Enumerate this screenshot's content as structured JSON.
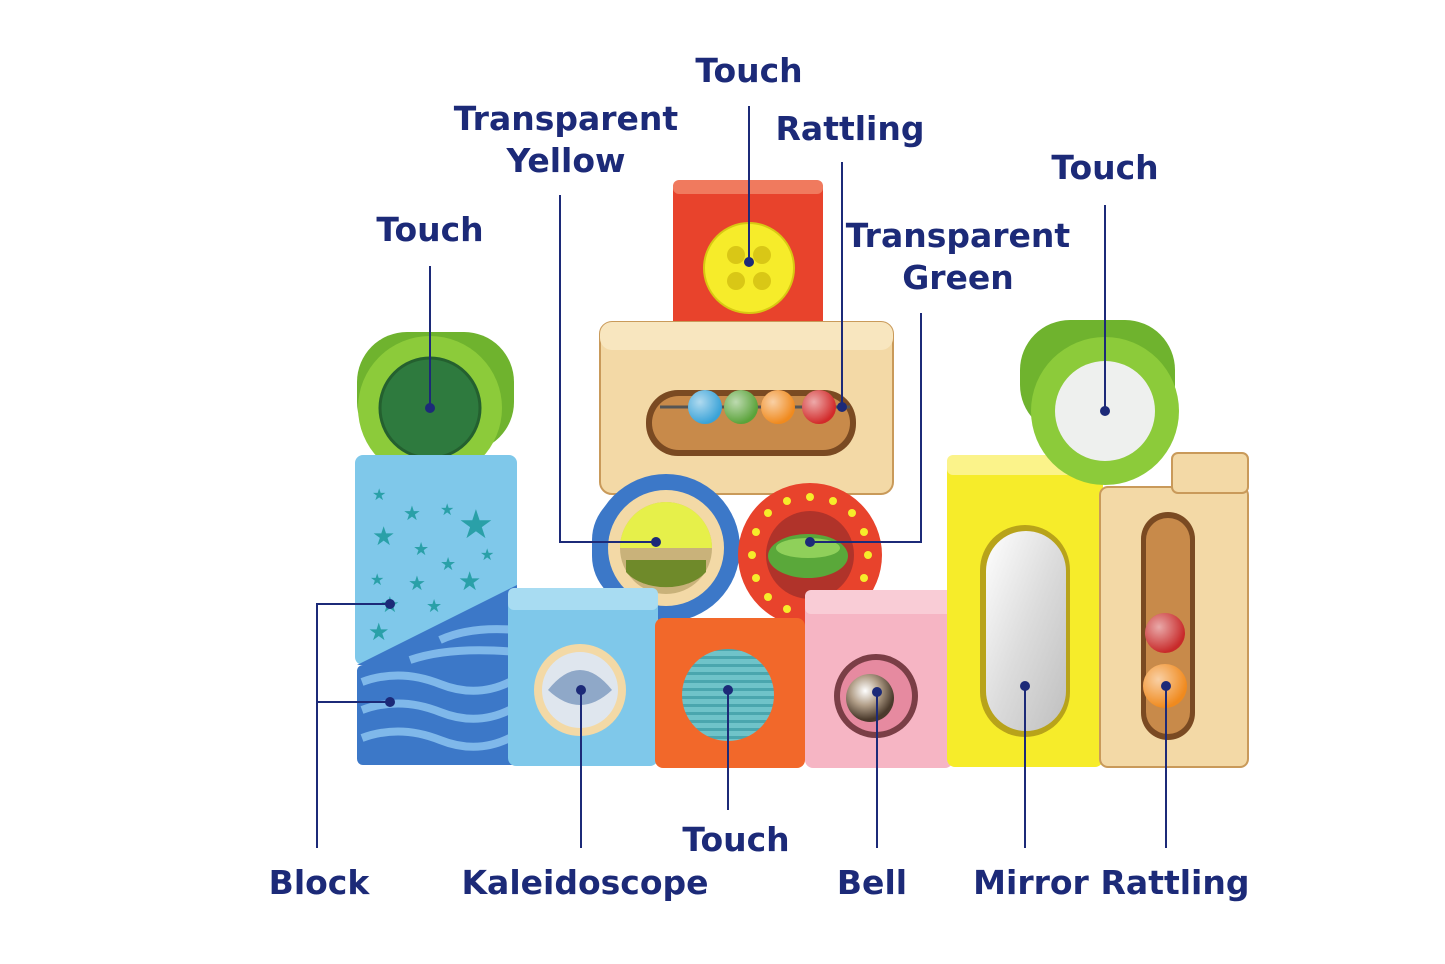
{
  "labels": {
    "touch_top": "Touch",
    "transparent_yellow_line1": "Transparent",
    "transparent_yellow_line2": "Yellow",
    "rattling_top": "Rattling",
    "transparent_green_line1": "Transparent",
    "transparent_green_line2": "Green",
    "touch_left": "Touch",
    "touch_right": "Touch",
    "block": "Block",
    "kaleidoscope": "Kaleidoscope",
    "touch_bottom": "Touch",
    "bell": "Bell",
    "mirror": "Mirror",
    "rattling_bottom": "Rattling"
  },
  "colors": {
    "label_text": "#1c2a78",
    "red_block": "#e8432c",
    "yellow": "#f6ec2a",
    "green_cylinder": "#8ccb3a",
    "dark_green_felt": "#2e7a3e",
    "light_blue": "#7fc8ea",
    "royal_blue": "#3c78c8",
    "orange": "#f2682a",
    "pink": "#f6b5c4",
    "natural_wood": "#f3d9a6"
  }
}
